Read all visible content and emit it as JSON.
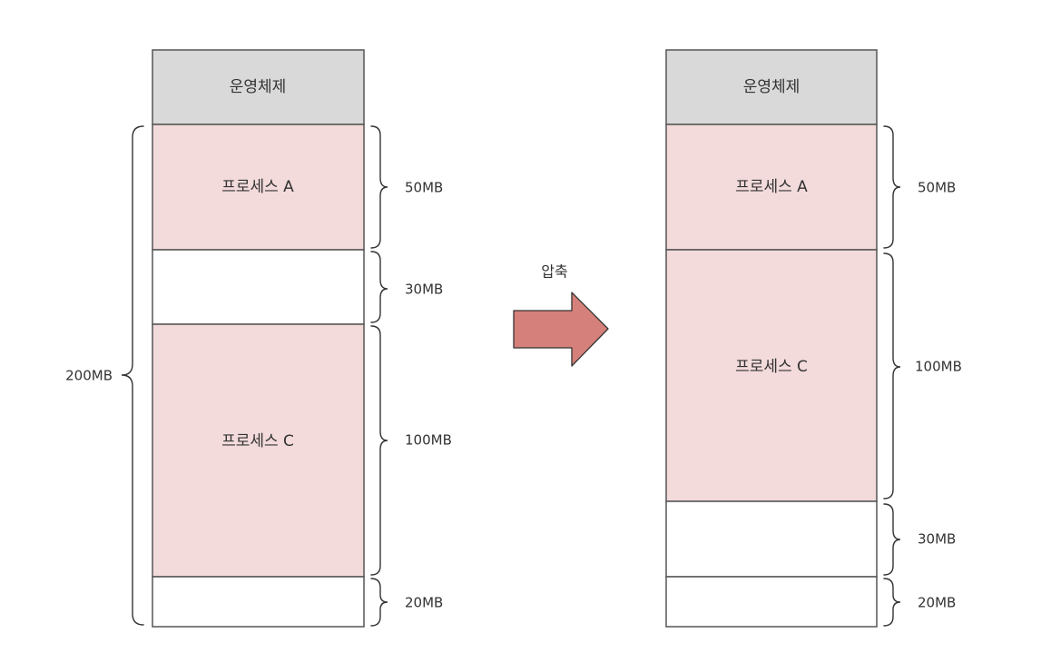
{
  "colors": {
    "os": "#d9d9d9",
    "process": "#f3dadb",
    "free": "#ffffff",
    "outline": "#555555",
    "arrow_fill": "#d5807a",
    "arrow_stroke": "#333333"
  },
  "before": {
    "segments": [
      {
        "kind": "os",
        "label": "운영체제",
        "size": ""
      },
      {
        "kind": "process",
        "label": "프로세스 A",
        "size": "50MB"
      },
      {
        "kind": "free",
        "label": "",
        "size": "30MB"
      },
      {
        "kind": "process",
        "label": "프로세스 C",
        "size": "100MB"
      },
      {
        "kind": "free",
        "label": "",
        "size": "20MB"
      }
    ],
    "total": "200MB"
  },
  "arrow": {
    "label": "압축"
  },
  "after": {
    "segments": [
      {
        "kind": "os",
        "label": "운영체제",
        "size": ""
      },
      {
        "kind": "process",
        "label": "프로세스 A",
        "size": "50MB"
      },
      {
        "kind": "process",
        "label": "프로세스 C",
        "size": "100MB"
      },
      {
        "kind": "free",
        "label": "",
        "size": "30MB"
      },
      {
        "kind": "free",
        "label": "",
        "size": "20MB"
      }
    ]
  }
}
